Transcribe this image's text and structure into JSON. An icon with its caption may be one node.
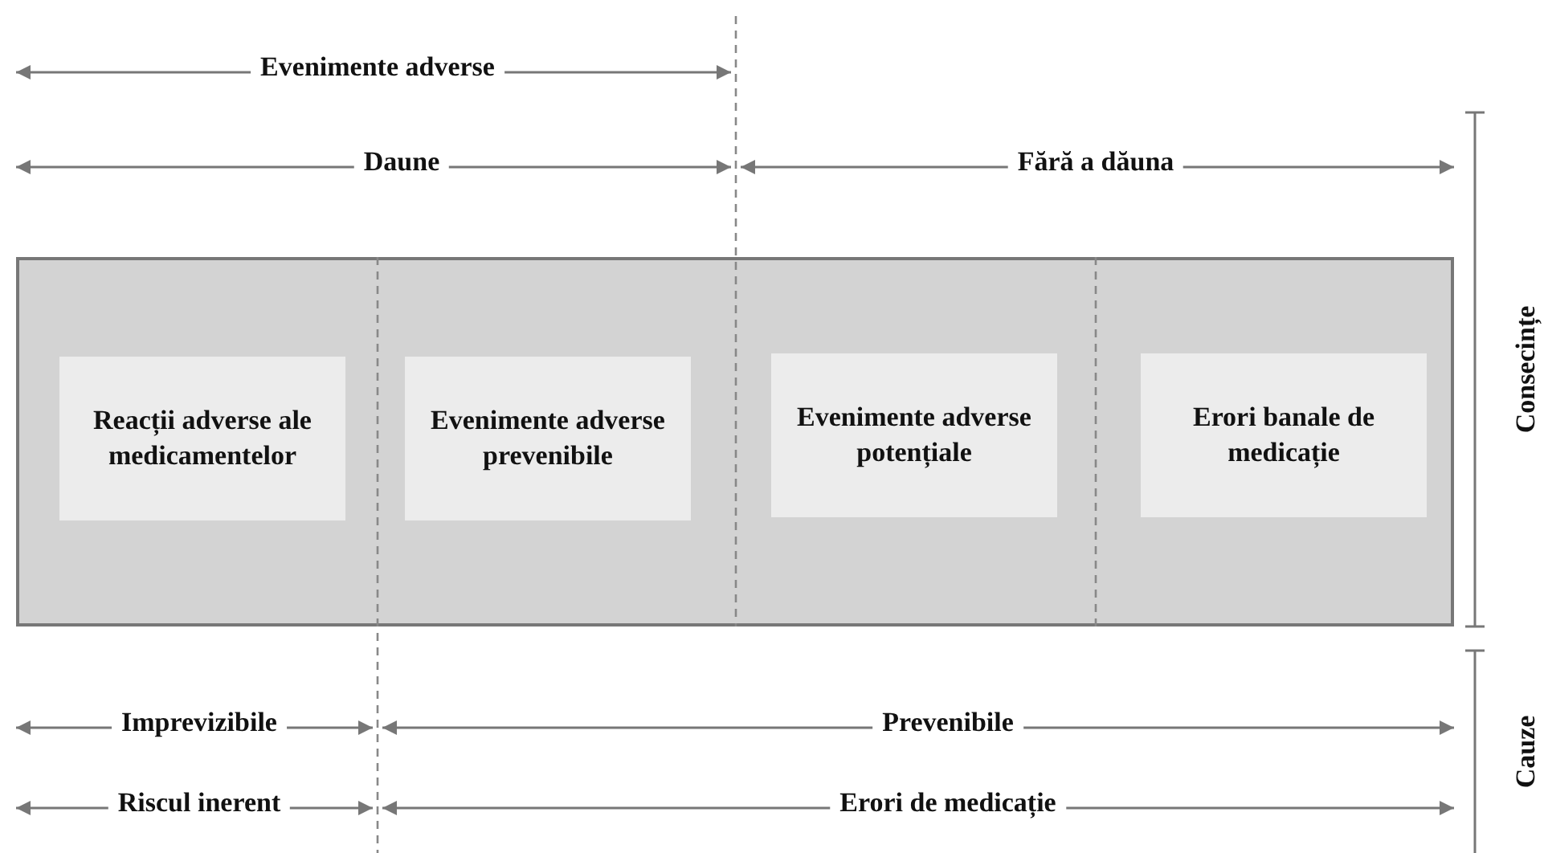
{
  "diagram": {
    "nodes": [
      {
        "text": [],
        "shape": "box"
      },
      {
        "text": [
          "Reacții adverse ale medicamentelor"
        ],
        "in": 0
      },
      {
        "text": [
          "Evenimente adverse prevenibile"
        ],
        "in": 0
      },
      {
        "text": [
          "Evenimente adverse potențiale"
        ],
        "in": 0
      },
      {
        "text": [
          "Erori banale de medicație"
        ],
        "in": 0
      }
    ],
    "edges": [],
    "labels": [
      "Evenimente adverse",
      "Daune",
      "Fără a dăuna",
      "Consecințe",
      "Imprevizibile",
      "Prevenibile",
      "Riscul inerent",
      "Erori de medicație",
      "Cauze"
    ]
  }
}
